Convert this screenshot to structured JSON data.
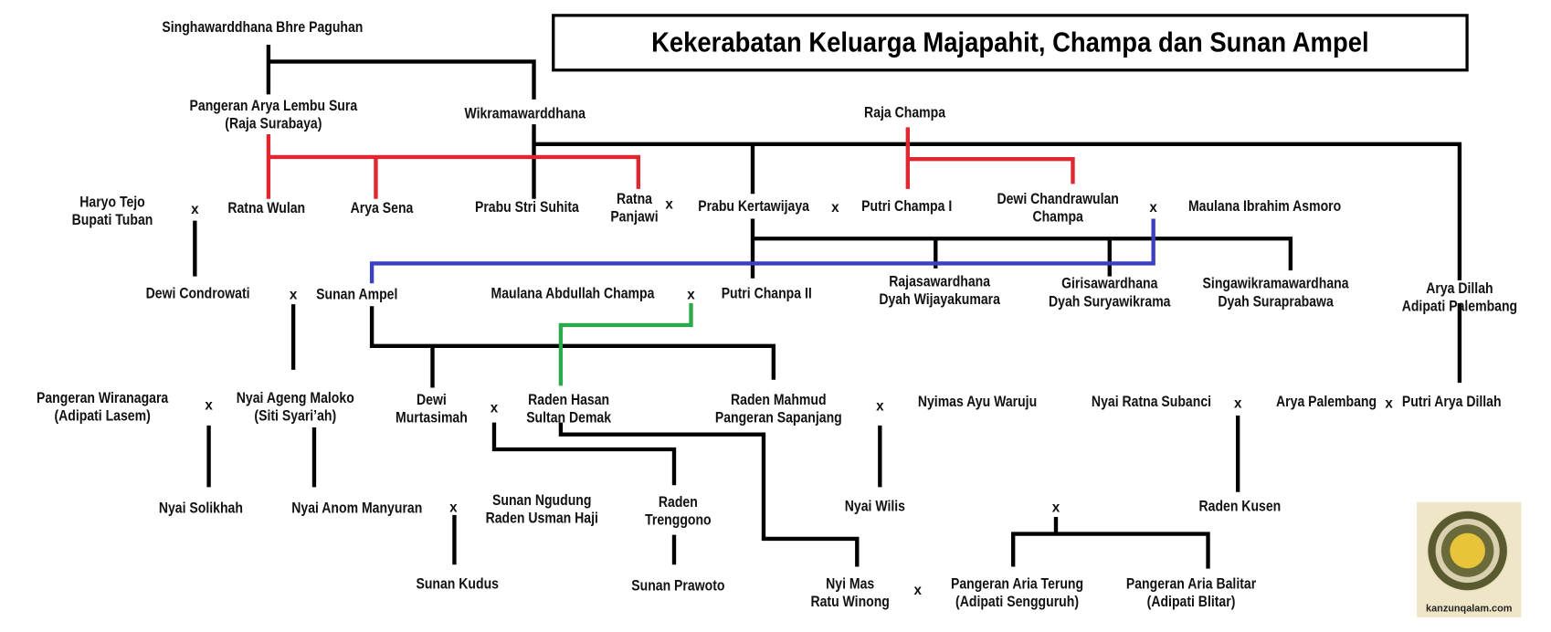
{
  "title": "Kekerabatan Keluarga Majapahit, Champa dan  Sunan Ampel",
  "logo_caption": "kanzunqalam.com",
  "marriage_symbol": "x",
  "colors": {
    "black": "#000000",
    "red": "#e0262e",
    "blue": "#3a3fc4",
    "green": "#2aaa4a"
  },
  "people": {
    "singhawarddhana": [
      "Singhawarddhana Bhre Paguhan"
    ],
    "lembu_sura": [
      "Pangeran Arya Lembu Sura",
      "(Raja Surabaya)"
    ],
    "wikramawarddhana": [
      "Wikramawarddhana"
    ],
    "raja_champa": [
      "Raja Champa"
    ],
    "haryo_tejo": [
      "Haryo Tejo",
      "Bupati Tuban"
    ],
    "ratna_wulan": [
      "Ratna Wulan"
    ],
    "arya_sena": [
      "Arya Sena"
    ],
    "prabu_stri_suhita": [
      "Prabu Stri Suhita"
    ],
    "ratna_panjawi": [
      "Ratna",
      "Panjawi"
    ],
    "prabu_kertawijaya": [
      "Prabu Kertawijaya"
    ],
    "putri_champa_1": [
      "Putri Champa I"
    ],
    "dewi_chandrawulan": [
      "Dewi Chandrawulan",
      "Champa"
    ],
    "maulana_ibrahim": [
      "Maulana Ibrahim Asmoro"
    ],
    "dewi_condrowati": [
      "Dewi Condrowati"
    ],
    "sunan_ampel": [
      "Sunan Ampel"
    ],
    "maulana_abdullah": [
      "Maulana Abdullah Champa"
    ],
    "putri_chanpa_2": [
      "Putri Chanpa II"
    ],
    "rajasawardhana": [
      "Rajasawardhana",
      "Dyah Wijayakumara"
    ],
    "girisawardhana": [
      "Girisawardhana",
      "Dyah Suryawikrama"
    ],
    "singawikramawardhana": [
      "Singawikramawardhana",
      "Dyah Suraprabawa"
    ],
    "arya_dillah": [
      "Arya Dillah",
      "Adipati Palembang"
    ],
    "wiranagara": [
      "Pangeran Wiranagara",
      "(Adipati Lasem)"
    ],
    "nyai_ageng_maloko": [
      "Nyai Ageng Maloko",
      "(Siti Syari’ah)"
    ],
    "dewi_murtasimah": [
      "Dewi",
      "Murtasimah"
    ],
    "raden_hasan": [
      "Raden Hasan",
      "Sultan Demak"
    ],
    "raden_mahmud": [
      "Raden Mahmud",
      "Pangeran Sapanjang"
    ],
    "nyimas_ayu_waruju": [
      "Nyimas Ayu Waruju"
    ],
    "nyai_ratna_subanci": [
      "Nyai Ratna Subanci"
    ],
    "arya_palembang": [
      "Arya Palembang"
    ],
    "putri_arya_dillah": [
      "Putri Arya Dillah"
    ],
    "nyai_solikhah": [
      "Nyai Solikhah"
    ],
    "nyai_anom_manyuran": [
      "Nyai Anom Manyuran"
    ],
    "sunan_ngudung": [
      "Sunan Ngudung",
      "Raden Usman Haji"
    ],
    "raden_trenggono": [
      "Raden",
      "Trenggono"
    ],
    "nyai_wilis": [
      "Nyai Wilis"
    ],
    "raden_kusen": [
      "Raden Kusen"
    ],
    "sunan_kudus": [
      "Sunan Kudus"
    ],
    "sunan_prawoto": [
      "Sunan Prawoto"
    ],
    "nyi_mas_ratu_winong": [
      "Nyi Mas",
      "Ratu Winong"
    ],
    "aria_terung": [
      "Pangeran Aria Terung",
      "(Adipati Sengguruh)"
    ],
    "aria_balitar": [
      "Pangeran Aria Balitar",
      "(Adipati Blitar)"
    ]
  }
}
